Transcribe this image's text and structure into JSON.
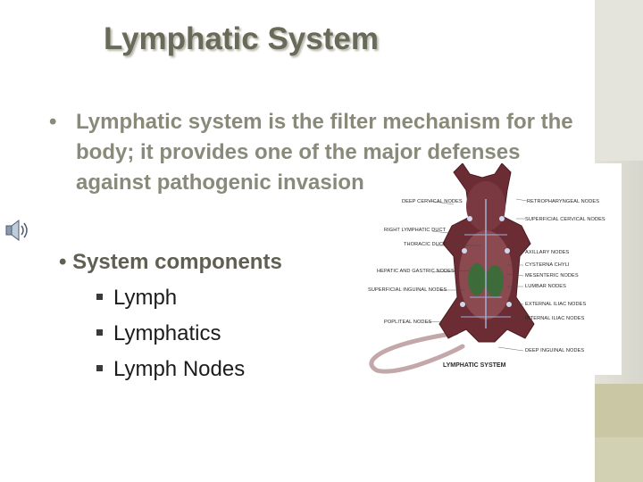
{
  "slide": {
    "title": "Lymphatic System",
    "bullet_main": "Lymphatic system is the filter mechanism for the body; it provides one of the major defenses against pathogenic invasion.",
    "bullet_components": "System components",
    "sub_items": [
      "Lymph",
      "Lymphatics",
      "Lymph Nodes"
    ],
    "bullet_char": "•",
    "speaker_icon": "speaker-icon"
  },
  "figure": {
    "caption": "LYMPHATIC SYSTEM",
    "labels": {
      "deep_cervical": "DEEP CERVICAL NODES",
      "retropharyngeal": "RETROPHARYNGEAL NODES",
      "superficial_cervical": "SUPERFICIAL CERVICAL NODES",
      "right_lymphatic_duct": "RIGHT LYMPHATIC DUCT",
      "thoracic_duct": "THORACIC DUCT",
      "axillary": "AXILLARY NODES",
      "cisterna_chyli": "CYSTERNA CHYLI",
      "hepatic_gastric": "HEPATIC AND GASTRIC NODES",
      "mesenteric": "MESENTERIC NODES",
      "superficial_inguinal": "SUPERFICIAL INGUINAL NODES",
      "lumbar": "LUMBAR NODES",
      "external_iliac": "EXTERNAL ILIAC NODES",
      "popliteal": "POPLITEAL NODES",
      "internal_iliac": "INTERNAL ILIAC NODES",
      "deep_inguinal": "DEEP INGUINAL NODES"
    }
  },
  "colors": {
    "title": "#6a6a5a",
    "bullet_main": "#8a8a7b",
    "strip": "#d6d6cc",
    "strip_accent": "#c9c7a4",
    "body": "#6b2d33"
  }
}
